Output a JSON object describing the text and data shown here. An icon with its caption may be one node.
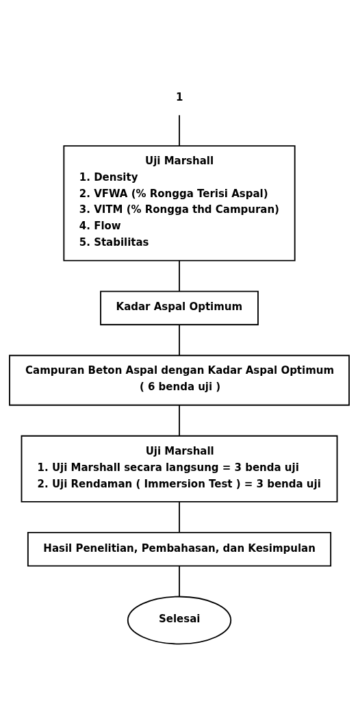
{
  "diagram": {
    "nodes": [
      {
        "text": [
          "1"
        ]
      },
      {
        "text": [
          "Uji Marshall",
          "1. Density",
          "2. VFWA (% Rongga Terisi Aspal)",
          "3. VITM (% Rongga thd Campuran)",
          "4. Flow",
          "5. Stabilitas"
        ]
      },
      {
        "text": [
          "Kadar Aspal Optimum"
        ]
      },
      {
        "text": [
          "Campuran Beton Aspal dengan Kadar Aspal Optimum",
          "( 6 benda uji )"
        ]
      },
      {
        "text": [
          "Uji Marshall",
          "1. Uji Marshall secara langsung = 3 benda uji",
          "2. Uji Rendaman ( Immersion Test ) = 3 benda uji"
        ]
      },
      {
        "text": [
          "Hasil Penelitian, Pembahasan, dan Kesimpulan"
        ]
      },
      {
        "text": [
          "Selesai"
        ]
      }
    ],
    "edges": [
      {
        "from": 0,
        "to": 1,
        "arrow": "none"
      },
      {
        "from": 1,
        "to": 2,
        "arrow": "none"
      },
      {
        "from": 2,
        "to": 3,
        "arrow": "none"
      },
      {
        "from": 3,
        "to": 4,
        "arrow": "none"
      },
      {
        "from": 4,
        "to": 5,
        "arrow": "none"
      },
      {
        "from": 5,
        "to": 6,
        "arrow": "none"
      }
    ]
  }
}
